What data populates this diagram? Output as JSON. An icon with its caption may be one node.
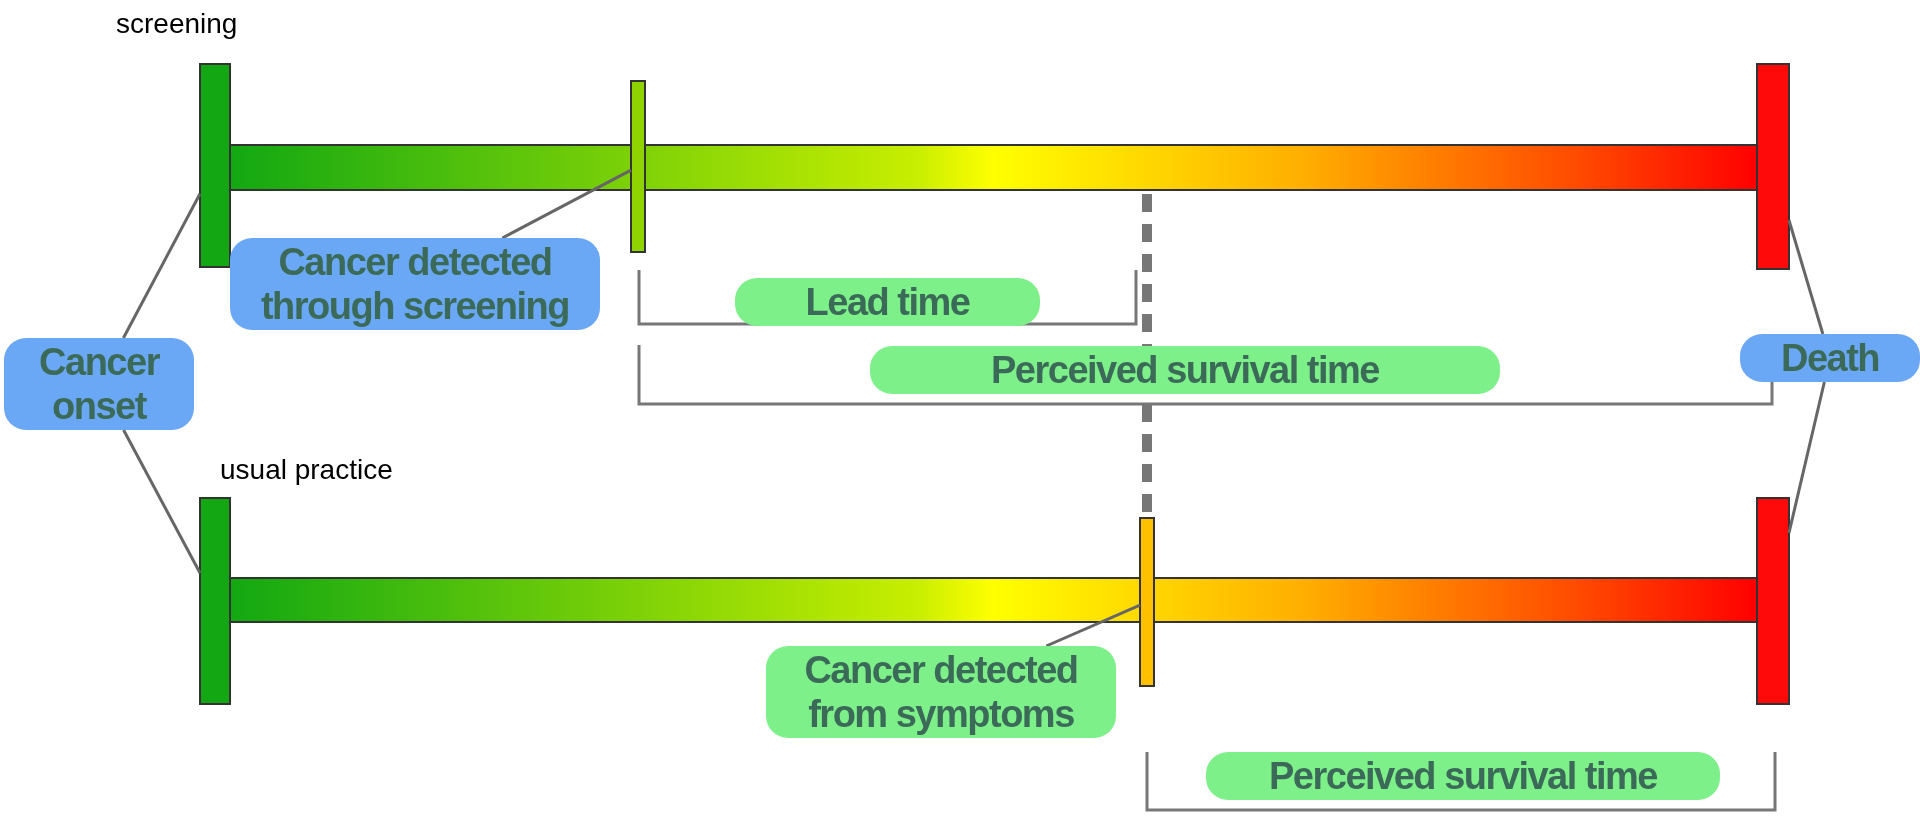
{
  "diagram": {
    "nodes": [
      {
        "text": [
          "Cancer onset"
        ]
      },
      {
        "text": [],
        "shape": "bar"
      },
      {
        "text": [],
        "shape": "bar"
      },
      {
        "text": [
          "Death"
        ]
      },
      {
        "text": [],
        "shape": "bar"
      },
      {
        "text": [],
        "shape": "bar"
      },
      {
        "text": [
          "Cancer detected through screening"
        ]
      },
      {
        "text": [],
        "shape": "bar"
      },
      {
        "text": [
          "Cancer detected from symptoms"
        ]
      },
      {
        "text": [],
        "shape": "bar"
      },
      {
        "text": [],
        "shape": "bar"
      },
      {
        "text": [],
        "shape": "bar"
      }
    ],
    "edges": [
      {
        "from": 0,
        "to": 1,
        "arrow": "none"
      },
      {
        "from": 0,
        "to": 2,
        "arrow": "none"
      },
      {
        "from": 3,
        "to": 4,
        "arrow": "none"
      },
      {
        "from": 3,
        "to": 5,
        "arrow": "none"
      },
      {
        "from": 6,
        "to": 7,
        "arrow": "none"
      },
      {
        "from": 8,
        "to": 9,
        "arrow": "none"
      },
      {
        "from": 10,
        "to": 9,
        "arrow": "none",
        "style": "dashed"
      }
    ],
    "labels": [
      "screening",
      "Lead time",
      "Perceived survival time",
      "usual practice",
      "Perceived survival time"
    ]
  }
}
